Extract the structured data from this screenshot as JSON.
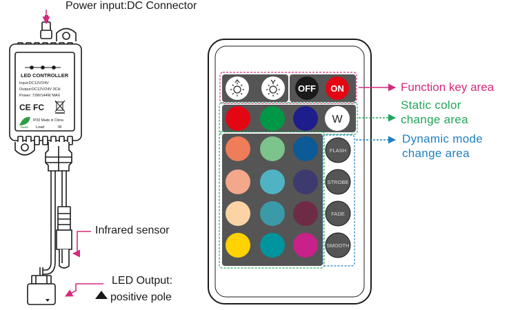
{
  "labels": {
    "power_input": "Power input:DC Connector",
    "infrared_sensor": "Infrared sensor",
    "led_output_line1": "LED Output:",
    "led_output_line2": "positive pole",
    "function_key_area": "Function key area",
    "static_color_line1": "Static color",
    "static_color_line2": "change area",
    "dynamic_mode_line1": "Dynamic mode",
    "dynamic_mode_line2": "change area"
  },
  "controller": {
    "title": "LED CONTROLLER",
    "input": "Input:DC12V/24V",
    "output": "Output:DC12V/24V 3CH",
    "power": "Power: 72W/144W MAX",
    "ce": "CE",
    "fc": "FC",
    "made_in": "IP20 Made in China",
    "rohs": "RoHS",
    "load": "Load",
    "ir": "IR"
  },
  "remote": {
    "function_keys": [
      {
        "id": "brightness-up",
        "label": "",
        "icon": "sun-up-icon"
      },
      {
        "id": "brightness-down",
        "label": "",
        "icon": "sun-down-icon"
      },
      {
        "id": "off",
        "label": "OFF"
      },
      {
        "id": "on",
        "label": "ON"
      }
    ],
    "static_colors": [
      {
        "row": 0,
        "colors": [
          "#e30613",
          "#009846",
          "#1d1d8c"
        ]
      },
      {
        "row": 1,
        "colors": [
          "#ef7d5a",
          "#7cc48c",
          "#0c5a96"
        ]
      },
      {
        "row": 2,
        "colors": [
          "#f3a88c",
          "#4fb3c4",
          "#3c3a6e"
        ]
      },
      {
        "row": 3,
        "colors": [
          "#fbd3a4",
          "#3a9aa8",
          "#6e2b46"
        ]
      },
      {
        "row": 4,
        "colors": [
          "#ffd200",
          "#00949e",
          "#c8218a"
        ]
      }
    ],
    "white_key": "W",
    "dynamic_keys": [
      "FLASH",
      "STROBE",
      "FADE",
      "SMOOTH"
    ]
  },
  "colors": {
    "magenta_accent": "#d6297d",
    "green_accent": "#21a55a",
    "blue_accent": "#1f7fc0",
    "keypad_bg": "#555555",
    "on_button": "#e30613"
  }
}
